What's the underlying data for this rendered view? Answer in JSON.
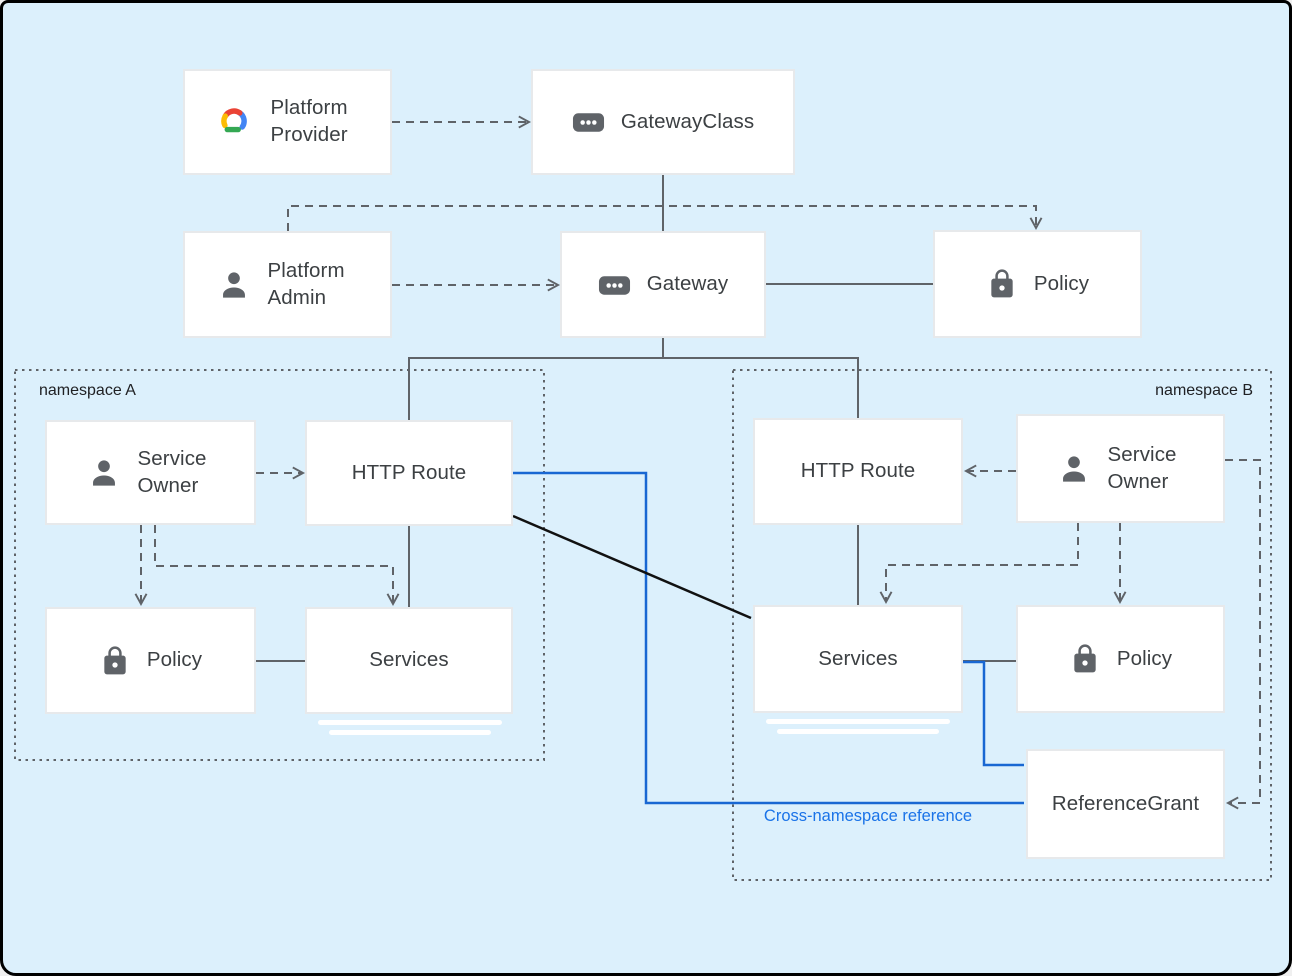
{
  "nodes": {
    "platform_provider": {
      "label": "Platform Provider",
      "icon": "google-cloud"
    },
    "gateway_class": {
      "label": "GatewayClass",
      "icon": "resource-chip"
    },
    "platform_admin": {
      "label": "Platform Admin",
      "icon": "person"
    },
    "gateway": {
      "label": "Gateway",
      "icon": "resource-chip"
    },
    "policy_top": {
      "label": "Policy",
      "icon": "lock"
    },
    "service_owner_a": {
      "label": "Service Owner",
      "icon": "person"
    },
    "http_route_a": {
      "label": "HTTP Route",
      "icon": "none"
    },
    "policy_a": {
      "label": "Policy",
      "icon": "lock"
    },
    "services_a": {
      "label": "Services",
      "icon": "none"
    },
    "http_route_b": {
      "label": "HTTP Route",
      "icon": "none"
    },
    "service_owner_b": {
      "label": "Service Owner",
      "icon": "person"
    },
    "services_b": {
      "label": "Services",
      "icon": "none"
    },
    "policy_b": {
      "label": "Policy",
      "icon": "lock"
    },
    "reference_grant": {
      "label": "ReferenceGrant",
      "icon": "none"
    }
  },
  "groups": {
    "namespace_a": {
      "label": "namespace A"
    },
    "namespace_b": {
      "label": "namespace B"
    }
  },
  "annotations": {
    "cross_namespace_reference": {
      "label": "Cross-namespace reference",
      "color": "#1a73e8"
    }
  },
  "colors": {
    "background": "#dcf0fc",
    "frame": "#000000",
    "node_fill": "#ffffff",
    "node_border": "#e7e9eb",
    "text": "#3c4043",
    "connector_gray": "#5f6368",
    "connector_blue": "#1967d2",
    "connector_black": "#111111",
    "google_red": "#EA4335",
    "google_blue": "#4285F4",
    "google_green": "#34A853",
    "google_yellow": "#FBBC05"
  }
}
